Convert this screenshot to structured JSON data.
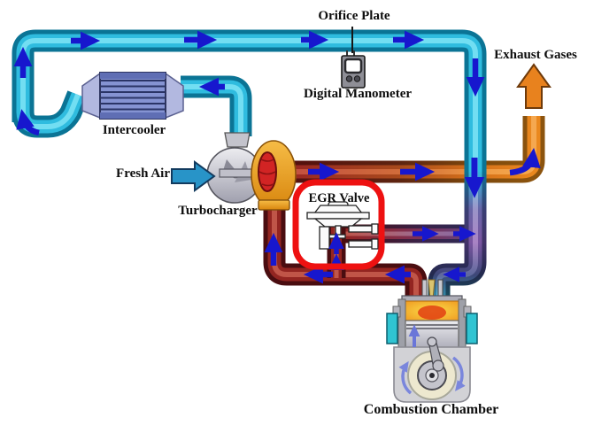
{
  "diagram": {
    "subject": "Turbocharged engine EGR system schematic",
    "labels": {
      "orifice_plate": "Orifice Plate",
      "digital_manometer": "Digital Manometer",
      "exhaust_gases": "Exhaust Gases",
      "fresh_air": "Fresh Air",
      "turbocharger": "Turbocharger",
      "intercooler": "Intercooler",
      "egr_valve": "EGR Valve",
      "combustion_chamber": "Combustion Chamber"
    },
    "highlight": {
      "component": "EGR Valve",
      "shape": "red rounded rectangle"
    },
    "colors": {
      "cool_charge_pipe": "#2FBCDF",
      "hot_exhaust_pipe": "#932521",
      "exhaust_outlet_orange": "#E8821E",
      "flow_arrow_blue": "#1717CE",
      "egr_highlight_red": "#EE1111",
      "intercooler_core": "#8593D2",
      "turbine_housing_orange": "#E8A02C",
      "compressor_silver": "#C8C8D0",
      "turbine_wheel_red": "#D22424",
      "fresh_air_arrow": "#2894C8",
      "coolant_port_cyan": "#30C4D2"
    }
  }
}
